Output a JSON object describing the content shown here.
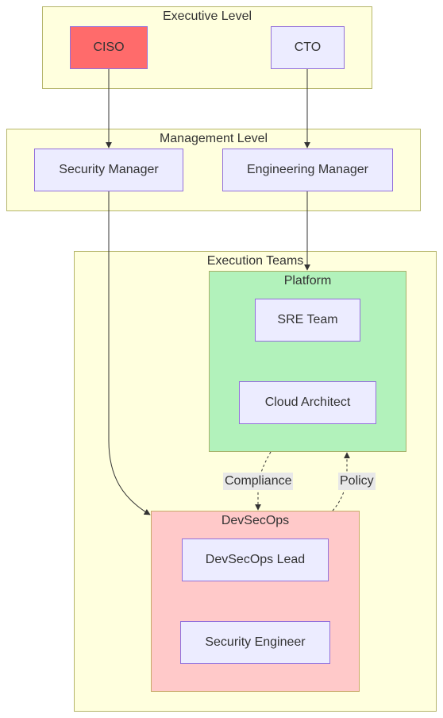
{
  "groups": {
    "executive": "Executive Level",
    "management": "Management Level",
    "execution": "Execution Teams",
    "platform": "Platform",
    "devsecops": "DevSecOps"
  },
  "nodes": {
    "ciso": "CISO",
    "cto": "CTO",
    "security_manager": "Security Manager",
    "engineering_manager": "Engineering Manager",
    "sre_team": "SRE Team",
    "cloud_architect": "Cloud Architect",
    "devsecops_lead": "DevSecOps Lead",
    "security_engineer": "Security Engineer"
  },
  "edges": {
    "compliance": "Compliance",
    "policy": "Policy"
  },
  "colors": {
    "group_fill": "#ffffde",
    "group_border": "#b5b56a",
    "node_fill": "#ececff",
    "node_border": "#9370db",
    "ciso_fill": "#ff6b6b",
    "platform_fill": "#b2f2bb",
    "devsecops_fill": "#ffc9c9",
    "edge": "#333333"
  }
}
